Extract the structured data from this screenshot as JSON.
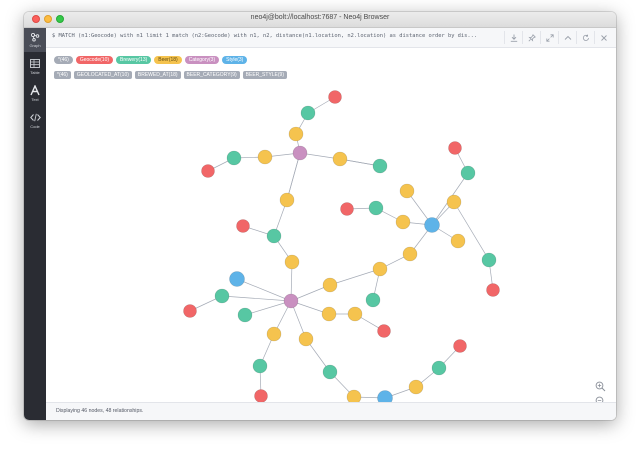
{
  "window": {
    "title": "neo4j@bolt://localhost:7687 - Neo4j Browser"
  },
  "sidebar": {
    "items": [
      {
        "label": "Graph",
        "icon": "graph-icon",
        "active": true
      },
      {
        "label": "Table",
        "icon": "table-icon",
        "active": false
      },
      {
        "label": "Text",
        "icon": "text-icon",
        "active": false
      },
      {
        "label": "Code",
        "icon": "code-icon",
        "active": false
      }
    ]
  },
  "editor": {
    "command": "$ MATCH (n1:Geocode) with n1 limit 1 match (n2:Geocode) with n1, n2, distance(n1.location, n2.location) as distance order by dis...",
    "tools": [
      "download-icon",
      "pin-icon",
      "expand-icon",
      "collapse-icon",
      "rerun-icon",
      "close-icon"
    ]
  },
  "legend": {
    "node_labels": [
      {
        "label": "*(46)",
        "color": "#a5abb6"
      },
      {
        "label": "Geocode(10)",
        "color": "#f16667"
      },
      {
        "label": "Brewery(13)",
        "color": "#57c7a3"
      },
      {
        "label": "Beer(18)",
        "color": "#f5c34e"
      },
      {
        "label": "Category(3)",
        "color": "#c990c0"
      },
      {
        "label": "Style(3)",
        "color": "#5eb3e8"
      }
    ],
    "relationship_types": [
      {
        "label": "*(46)"
      },
      {
        "label": "GEOLOCATED_AT(10)"
      },
      {
        "label": "BREWED_AT(18)"
      },
      {
        "label": "BEER_CATEGORY(9)"
      },
      {
        "label": "BEER_STYLE(9)"
      }
    ]
  },
  "colors": {
    "Geocode": "#f16667",
    "Brewery": "#57c7a3",
    "Beer": "#f5c34e",
    "Category": "#c990c0",
    "Style": "#5eb3e8",
    "edge": "#a5abb6"
  },
  "graph": {
    "nodes": [
      {
        "id": "g1",
        "type": "Geocode"
      },
      {
        "id": "b1",
        "type": "Brewery"
      },
      {
        "id": "beer1",
        "type": "Beer"
      },
      {
        "id": "cat1",
        "type": "Category"
      },
      {
        "id": "beer2",
        "type": "Beer"
      },
      {
        "id": "br2",
        "type": "Brewery"
      },
      {
        "id": "g2",
        "type": "Geocode"
      },
      {
        "id": "beer3",
        "type": "Beer"
      },
      {
        "id": "br3",
        "type": "Brewery"
      },
      {
        "id": "beer4",
        "type": "Beer"
      },
      {
        "id": "beer5",
        "type": "Beer"
      },
      {
        "id": "g3",
        "type": "Geocode"
      },
      {
        "id": "br4",
        "type": "Brewery"
      },
      {
        "id": "beer6",
        "type": "Beer"
      },
      {
        "id": "beer7",
        "type": "Beer"
      },
      {
        "id": "g4",
        "type": "Geocode"
      },
      {
        "id": "br5",
        "type": "Brewery"
      },
      {
        "id": "beer8",
        "type": "Beer"
      },
      {
        "id": "st1",
        "type": "Style"
      },
      {
        "id": "beer9",
        "type": "Beer"
      },
      {
        "id": "g5",
        "type": "Geocode"
      },
      {
        "id": "br6",
        "type": "Brewery"
      },
      {
        "id": "beer10",
        "type": "Beer"
      },
      {
        "id": "beer11",
        "type": "Beer"
      },
      {
        "id": "g6",
        "type": "Geocode"
      },
      {
        "id": "br7",
        "type": "Brewery"
      },
      {
        "id": "beer12",
        "type": "Beer"
      },
      {
        "id": "st2",
        "type": "Style"
      },
      {
        "id": "br8",
        "type": "Brewery"
      },
      {
        "id": "cat2",
        "type": "Category"
      },
      {
        "id": "beer13",
        "type": "Beer"
      },
      {
        "id": "beer14",
        "type": "Beer"
      },
      {
        "id": "beer15",
        "type": "Beer"
      },
      {
        "id": "br9",
        "type": "Brewery"
      },
      {
        "id": "g7",
        "type": "Geocode"
      },
      {
        "id": "g8",
        "type": "Geocode"
      },
      {
        "id": "br10",
        "type": "Brewery"
      },
      {
        "id": "g9",
        "type": "Geocode"
      },
      {
        "id": "beer16",
        "type": "Beer"
      },
      {
        "id": "br11",
        "type": "Brewery"
      },
      {
        "id": "beer17",
        "type": "Beer"
      },
      {
        "id": "st3",
        "type": "Style"
      },
      {
        "id": "beer18",
        "type": "Beer"
      },
      {
        "id": "br12",
        "type": "Brewery"
      },
      {
        "id": "g10",
        "type": "Geocode"
      },
      {
        "id": "br13",
        "type": "Brewery"
      }
    ]
  },
  "status": {
    "text": "Displaying 46 nodes, 48 relationships."
  }
}
